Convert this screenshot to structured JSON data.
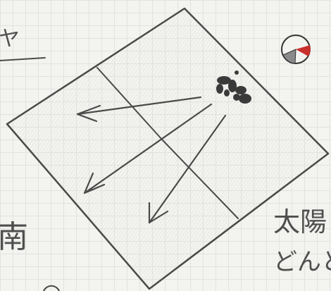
{
  "labels": {
    "top_left": "ヤ",
    "south": "南",
    "sun": "太陽",
    "sun_sub": "どんと"
  },
  "colors": {
    "paper": "#f3f3f0",
    "grid": "#e2e3e0",
    "pencil": "#4a4a4a"
  }
}
